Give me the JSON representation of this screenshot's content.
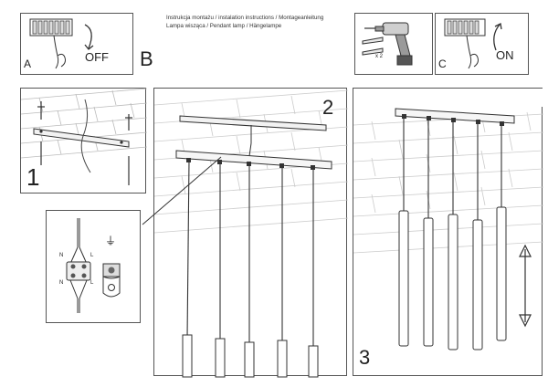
{
  "header": {
    "line1": "Instrukcja montażu / instalation instructions / Montageanleitung",
    "line2": "Lampa wisząca / Pendant lamp / Hängelampe"
  },
  "panels": {
    "a": {
      "letter": "A",
      "label": "OFF",
      "icon": "fuse-box-switch-off-icon"
    },
    "b": {
      "letter": "B"
    },
    "tools": {
      "quantity": "x 2",
      "icon": "drill-and-dowels-icon"
    },
    "c": {
      "letter": "C",
      "label": "ON",
      "icon": "fuse-box-switch-on-icon"
    }
  },
  "steps": [
    {
      "number": "1",
      "icon": "ceiling-mount-bar-icon"
    },
    {
      "number": "2",
      "icon": "canopy-attach-icon"
    },
    {
      "number": "3",
      "icon": "height-adjust-icon"
    }
  ],
  "detail": {
    "wire_labels": [
      "N",
      "L",
      "N",
      "L"
    ],
    "ground_symbol": "⏚"
  }
}
